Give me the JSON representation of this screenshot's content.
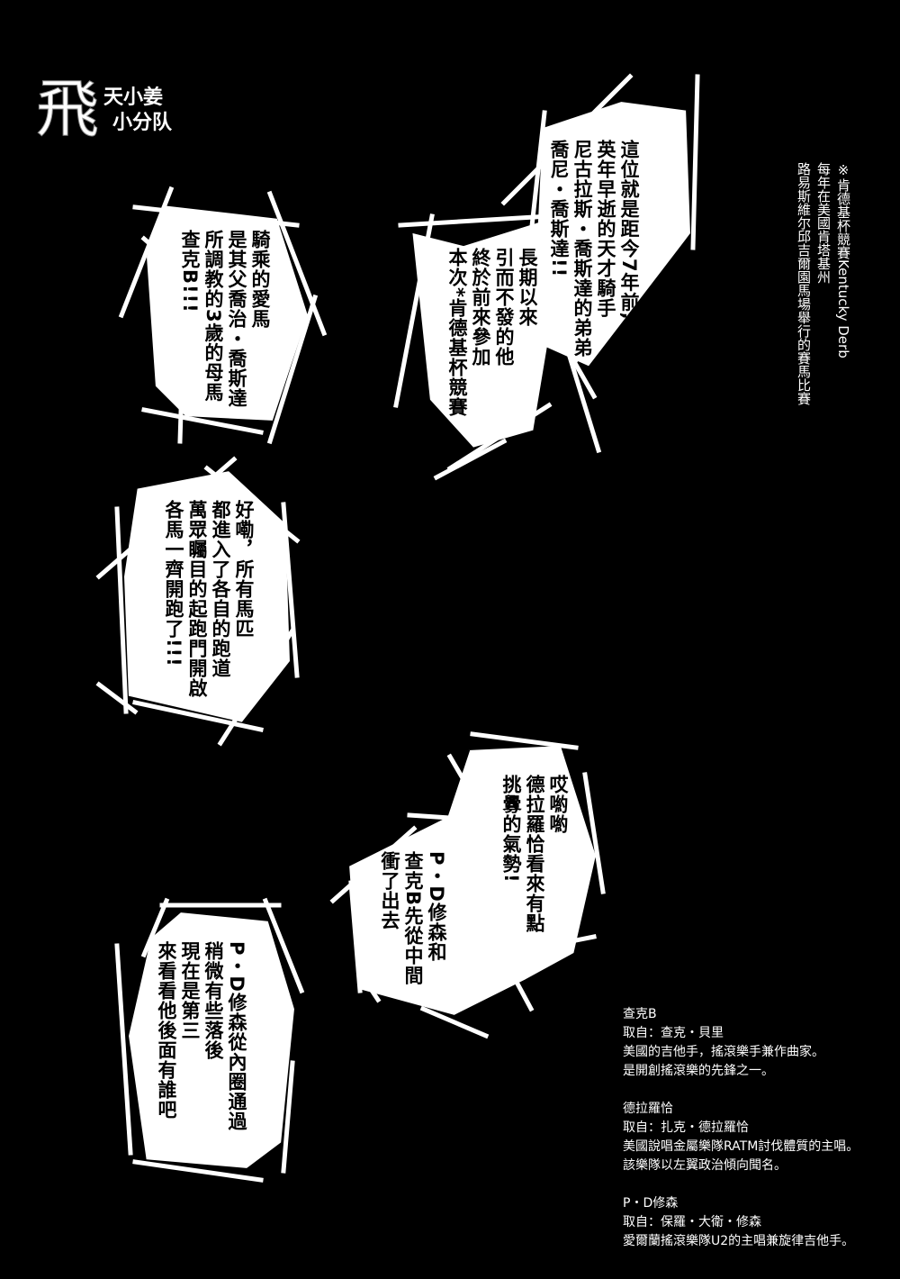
{
  "logo": {
    "text": "飛天小姜小分隊"
  },
  "note": {
    "lines": [
      "※肯德基杯競賽Kentucky Derb",
      "每年在美國肯塔基州",
      "路易斯維尔邱吉爾園馬場舉行的賽馬比賽"
    ]
  },
  "bubbles": {
    "intro": [
      "這位就是距今7年前,",
      "英年早逝的天才騎手",
      "尼古拉斯・喬斯達的弟弟",
      "喬尼・喬斯達!!"
    ],
    "intro2": [
      "長期以來",
      "引而不發的他",
      "終於前來參加",
      "本次*肯德基杯競賽"
    ],
    "horse": [
      "騎乘的愛馬",
      "是其父喬治・喬斯達",
      "所調教的3歲的母馬",
      "查克B!!!"
    ],
    "start": [
      "好嘞，所有馬匹",
      "都進入了各自的跑道",
      "萬眾矚目的起跑門開啟",
      "各馬一齊開跑了!!!"
    ],
    "provoke": [
      "哎喲喲",
      "德拉羅恰看來有點",
      "挑釁的氣勢!"
    ],
    "lead": [
      "P・D修森和",
      "查克B先從中間",
      "衝了出去"
    ],
    "third": [
      "P・D修森從內圈通過",
      "稍微有些落後",
      "現在是第三",
      "來看看他後面有誰吧"
    ]
  },
  "credits": [
    {
      "name": "查克B",
      "lines": [
        "取自：查克・貝里",
        "美國的吉他手，搖滾樂手兼作曲家。",
        "是開創搖滾樂的先鋒之一。"
      ]
    },
    {
      "name": "德拉羅恰",
      "lines": [
        "取自：扎克・德拉羅恰",
        "美國說唱金屬樂隊RATM討伐體質的主唱。",
        "該樂隊以左翼政治傾向聞名。"
      ]
    },
    {
      "name": "P・D修森",
      "lines": [
        "取自：保羅・大衛・修森",
        "愛爾蘭搖滾樂隊U2的主唱兼旋律吉他手。"
      ]
    }
  ]
}
